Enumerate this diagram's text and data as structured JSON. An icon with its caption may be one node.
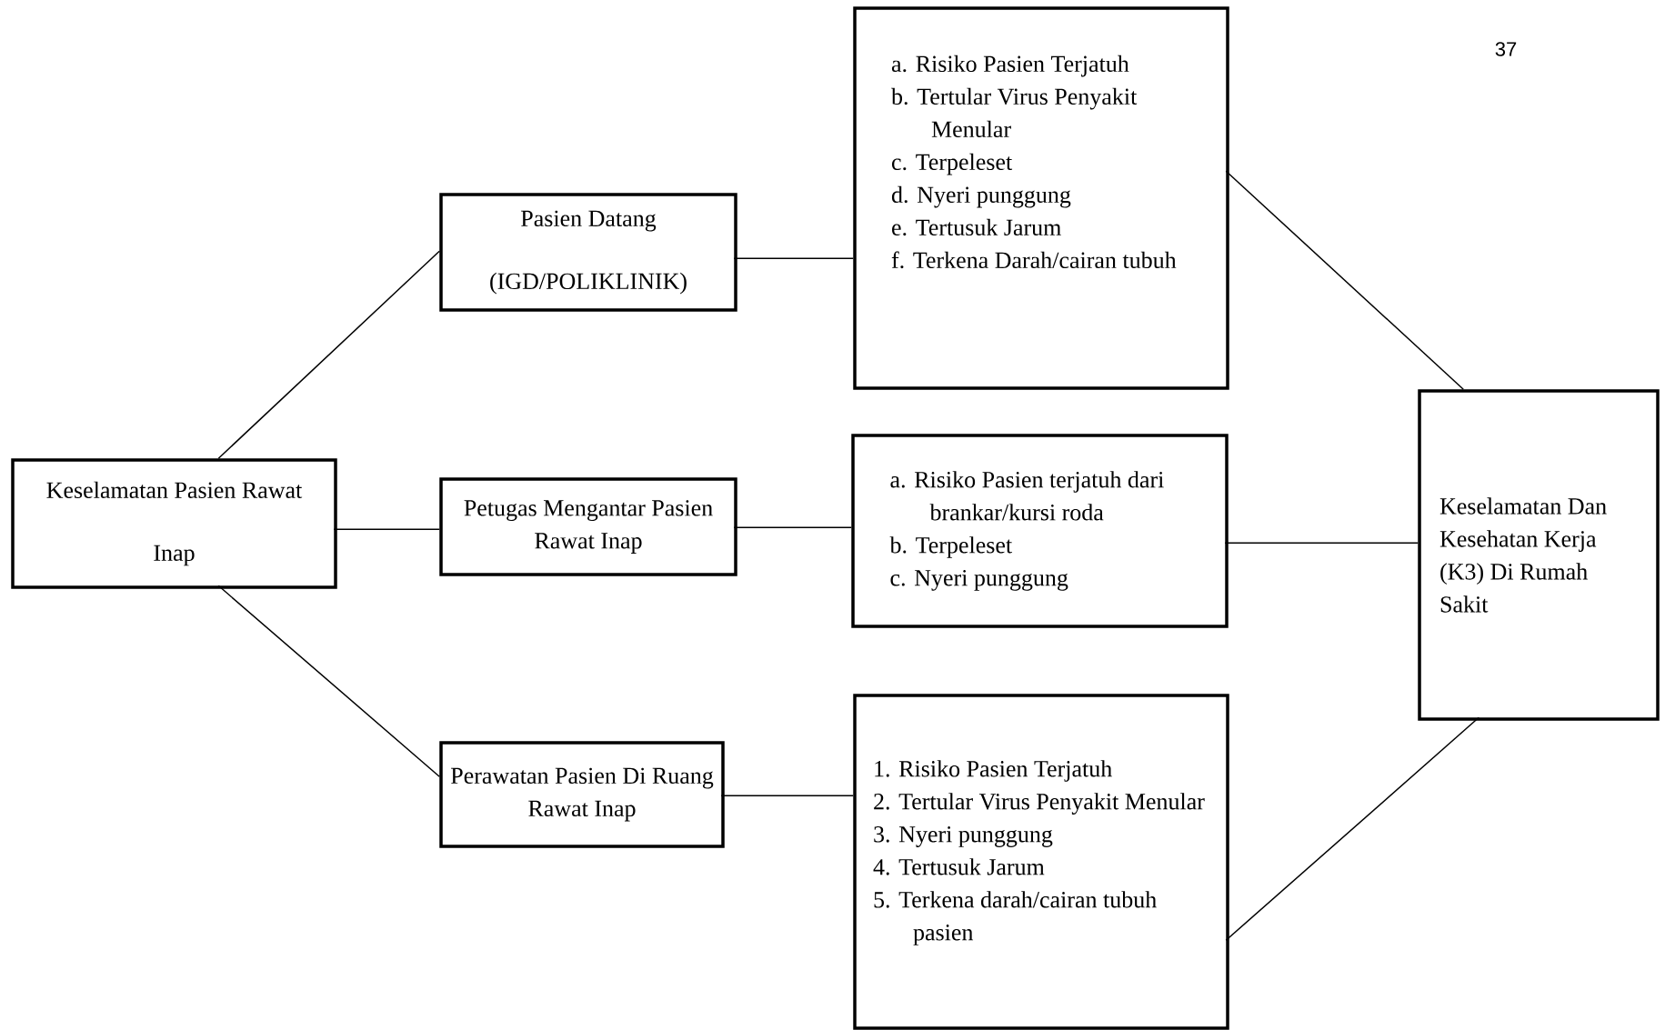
{
  "diagram": {
    "nodes": [
      {
        "text": [
          "Keselamatan Pasien Rawat Inap"
        ]
      },
      {
        "text": [
          "Pasien Datang (IGD/POLIKLINIK)"
        ]
      },
      {
        "text": [
          "Petugas Mengantar Pasien Rawat Inap"
        ]
      },
      {
        "text": [
          "Perawatan Pasien Di Ruang Rawat Inap"
        ]
      },
      {
        "text": [
          "a. Risiko Pasien Terjatuh",
          "b. Tertular Virus Penyakit Menular",
          "c. Terpeleset",
          "d. Nyeri punggung",
          "e. Tertusuk Jarum",
          "f. Terkena Darah/cairan tubuh"
        ]
      },
      {
        "text": [
          "a. Risiko Pasien terjatuh dari brankar/kursi roda",
          "b. Terpeleset",
          "c. Nyeri punggung"
        ]
      },
      {
        "text": [
          "1. Risiko Pasien Terjatuh",
          "2. Tertular Virus Penyakit Menular",
          "3. Nyeri punggung",
          "4. Tertusuk Jarum",
          "5. Terkena darah/cairan tubuh pasien"
        ]
      },
      {
        "text": [
          "Keselamatan Dan Kesehatan Kerja (K3) Di Rumah Sakit"
        ]
      }
    ],
    "edges": [
      {
        "from": 0,
        "to": 1,
        "arrow": "none"
      },
      {
        "from": 0,
        "to": 2,
        "arrow": "none"
      },
      {
        "from": 0,
        "to": 3,
        "arrow": "none"
      },
      {
        "from": 1,
        "to": 4,
        "arrow": "none"
      },
      {
        "from": 2,
        "to": 5,
        "arrow": "none"
      },
      {
        "from": 3,
        "to": 6,
        "arrow": "none"
      },
      {
        "from": 4,
        "to": 7,
        "arrow": "none"
      },
      {
        "from": 5,
        "to": 7,
        "arrow": "none"
      },
      {
        "from": 6,
        "to": 7,
        "arrow": "none"
      }
    ],
    "labels": [
      "37"
    ]
  }
}
